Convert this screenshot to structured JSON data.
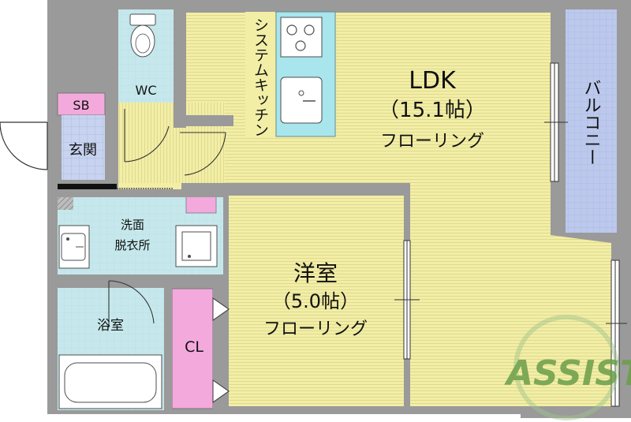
{
  "colors": {
    "wall": "#9a9a9a",
    "floor_wood": "#f2eea6",
    "wet_area": "#c6e8ec",
    "entrance_tile": "#c7d3ef",
    "storage": "#f4a9dd",
    "balcony": "#bcc9ec",
    "kitchen_counter": "#a8e5ec",
    "logo": "#6a9e4a"
  },
  "rooms": {
    "ldk": {
      "name": "LDK",
      "size": "（15.1帖）",
      "floor": "フローリング"
    },
    "western": {
      "name": "洋室",
      "size": "（5.0帖）",
      "floor": "フローリング"
    },
    "kitchen": "システムキッチン",
    "balcony": "バルコニー",
    "wc": "WC",
    "shoe_box": "SB",
    "entrance": "玄関",
    "washroom_line1": "洗面",
    "washroom_line2": "脱衣所",
    "bathroom": "浴室",
    "closet": "CL"
  },
  "logo": {
    "text": "ASSIST",
    "icon": "assist-logo-icon"
  }
}
